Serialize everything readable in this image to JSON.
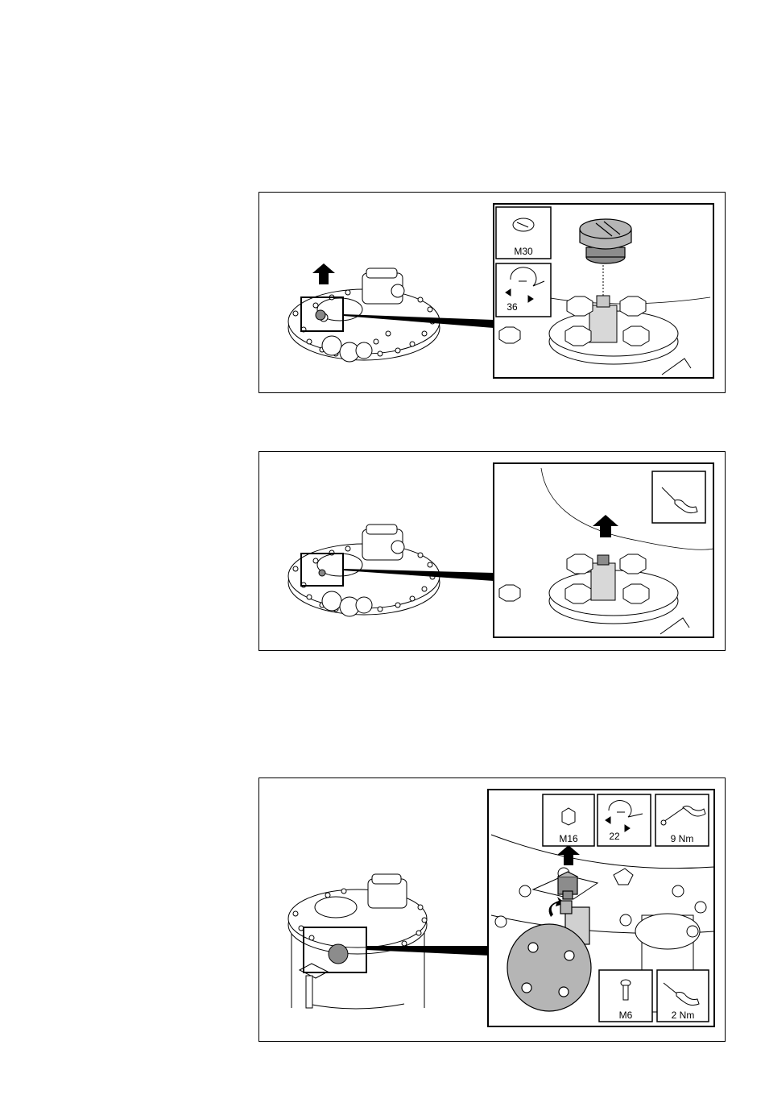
{
  "figures": [
    {
      "icons": {
        "plug_size": "M30",
        "wrench_size": "36"
      }
    },
    {
      "icons": {}
    },
    {
      "icons": {
        "plug_size": "M16",
        "wrench_size": "22",
        "torque_1": "9 Nm",
        "screw_size": "M6",
        "torque_2": "2 Nm"
      }
    }
  ],
  "colors": {
    "line": "#000000",
    "part_fill": "#b5b5b5",
    "part_dark": "#8c8c8c",
    "background": "#ffffff"
  }
}
